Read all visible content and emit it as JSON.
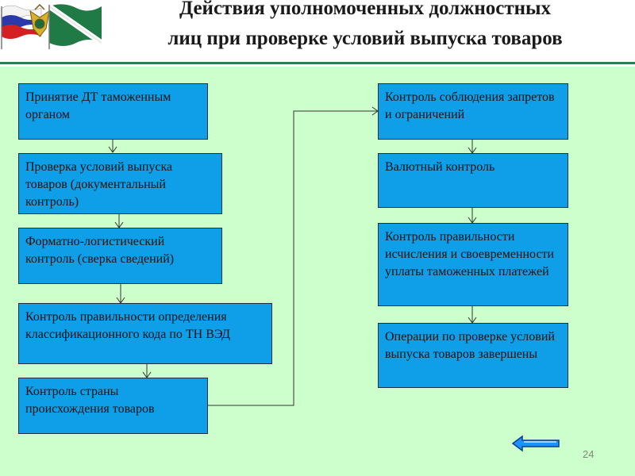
{
  "header": {
    "title_line1": "Действия уполномоченных должностных",
    "title_line2": "лиц при проверке условий выпуска товаров"
  },
  "left_column": [
    "Принятие ДТ таможенным органом",
    "Проверка условий выпуска товаров (документальный контроль)",
    "Форматно-логистический контроль (сверка сведений)",
    "Контроль правильности определения классификационного кода по ТН ВЭД",
    "Контроль страны происхождения товаров"
  ],
  "right_column": [
    "Контроль соблюдения запретов и ограничений",
    "Валютный контроль",
    "Контроль правильности исчисления и своевременности уплаты таможенных платежей",
    "Операции по проверке условий выпуска товаров завершены"
  ],
  "footer": {
    "page_number": "24"
  },
  "colors": {
    "box_fill": "#0f9fe8",
    "background": "#ccffcc",
    "accent_green": "#2e7d4f",
    "back_arrow": "#1e90ff"
  },
  "icons": [
    "russian-flag-icon",
    "customs-emblem-icon",
    "customs-flag-icon",
    "back-arrow-icon"
  ]
}
